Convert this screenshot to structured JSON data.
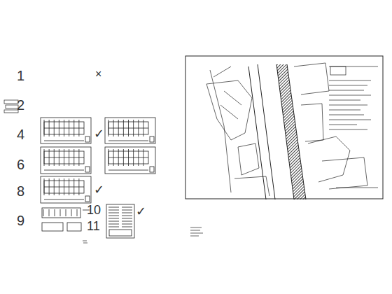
{
  "diagram": {
    "labels": [
      "1",
      "×",
      "2",
      "4",
      "✓",
      "6",
      "8",
      "✓",
      "9",
      "10",
      "✓",
      "11"
    ]
  }
}
